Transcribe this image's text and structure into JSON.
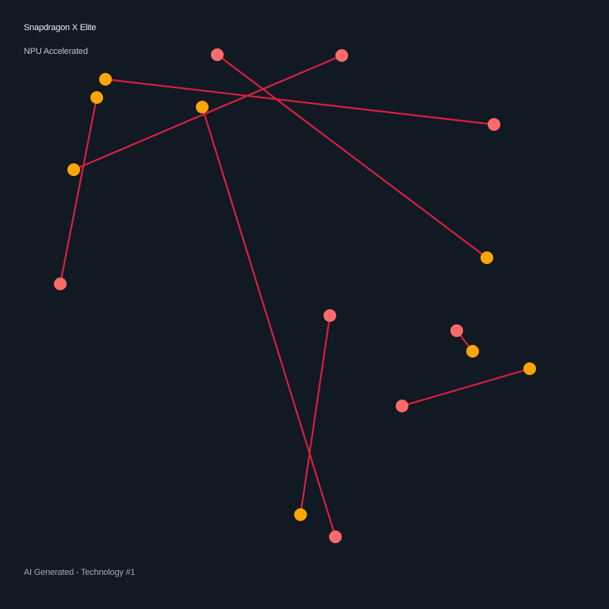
{
  "texts": {
    "title": "Snapdragon X Elite",
    "subtitle": "NPU Accelerated",
    "footer": "AI Generated - Technology #1"
  },
  "colors": {
    "background": "#111923",
    "line": "#d5213f",
    "node_start": "#ffa500",
    "node_end": "#ff6b6b"
  },
  "connections": [
    {
      "id": "link-1",
      "from_color": "node_start",
      "to_color": "node_end"
    },
    {
      "id": "link-2",
      "from_color": "node_start",
      "to_color": "node_end"
    },
    {
      "id": "link-3",
      "from_color": "node_start",
      "to_color": "node_end"
    },
    {
      "id": "link-4",
      "from_color": "node_start",
      "to_color": "node_end"
    },
    {
      "id": "link-5",
      "from_color": "node_start",
      "to_color": "node_end"
    },
    {
      "id": "link-6",
      "from_color": "node_start",
      "to_color": "node_end"
    },
    {
      "id": "link-7",
      "from_color": "node_start",
      "to_color": "node_end"
    },
    {
      "id": "link-8",
      "from_color": "node_start",
      "to_color": "node_end"
    }
  ]
}
